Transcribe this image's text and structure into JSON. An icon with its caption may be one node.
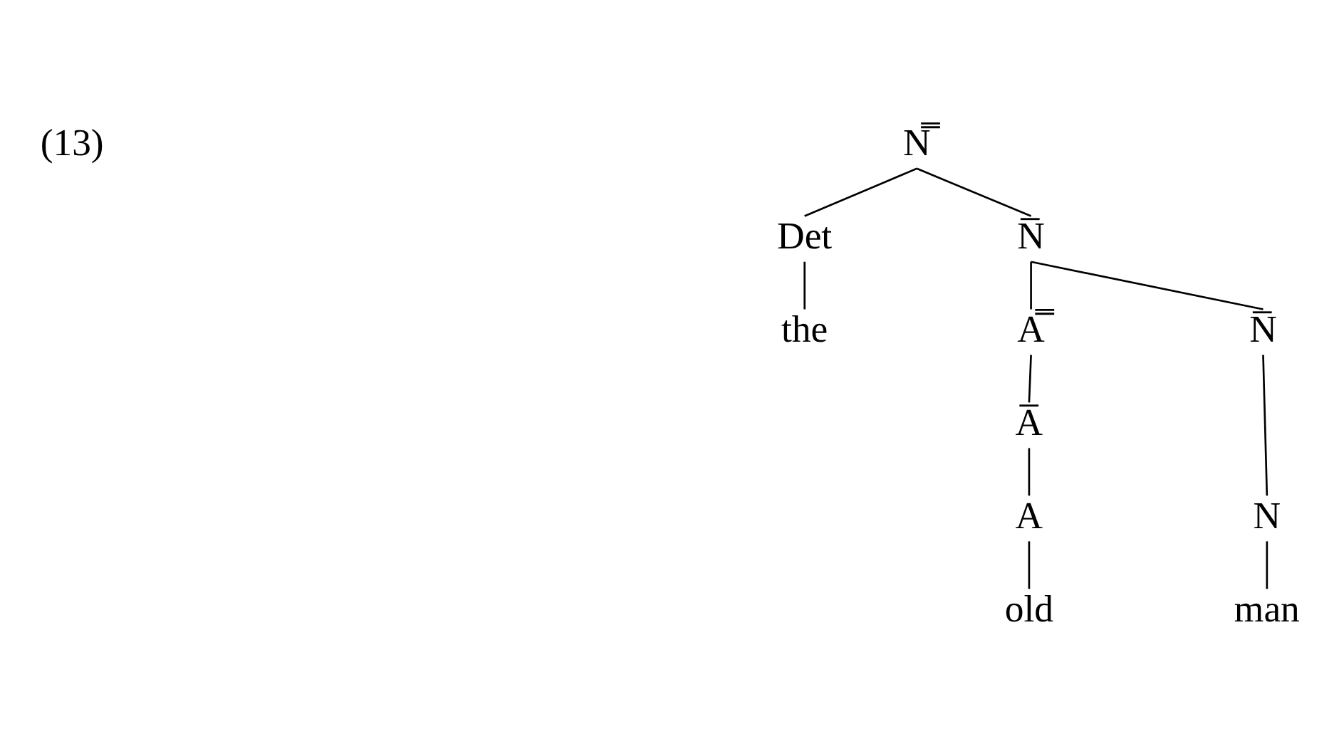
{
  "diagram": {
    "nodes": [
      {
        "text": [
          "N̿"
        ]
      },
      {
        "text": [
          "Det"
        ]
      },
      {
        "text": [
          "the"
        ]
      },
      {
        "text": [
          "N̅"
        ]
      },
      {
        "text": [
          "A̿"
        ]
      },
      {
        "text": [
          "A̅"
        ]
      },
      {
        "text": [
          "A"
        ]
      },
      {
        "text": [
          "old"
        ]
      },
      {
        "text": [
          "N̅"
        ]
      },
      {
        "text": [
          "N"
        ]
      },
      {
        "text": [
          "man"
        ]
      }
    ],
    "edges": [
      {
        "from": 0,
        "to": 1,
        "arrow": "none"
      },
      {
        "from": 0,
        "to": 3,
        "arrow": "none"
      },
      {
        "from": 1,
        "to": 2,
        "arrow": "none"
      },
      {
        "from": 3,
        "to": 4,
        "arrow": "none"
      },
      {
        "from": 3,
        "to": 8,
        "arrow": "none"
      },
      {
        "from": 4,
        "to": 5,
        "arrow": "none"
      },
      {
        "from": 5,
        "to": 6,
        "arrow": "none"
      },
      {
        "from": 6,
        "to": 7,
        "arrow": "none"
      },
      {
        "from": 8,
        "to": 9,
        "arrow": "none"
      },
      {
        "from": 9,
        "to": 10,
        "arrow": "none"
      }
    ],
    "labels": [
      "(13)"
    ]
  }
}
